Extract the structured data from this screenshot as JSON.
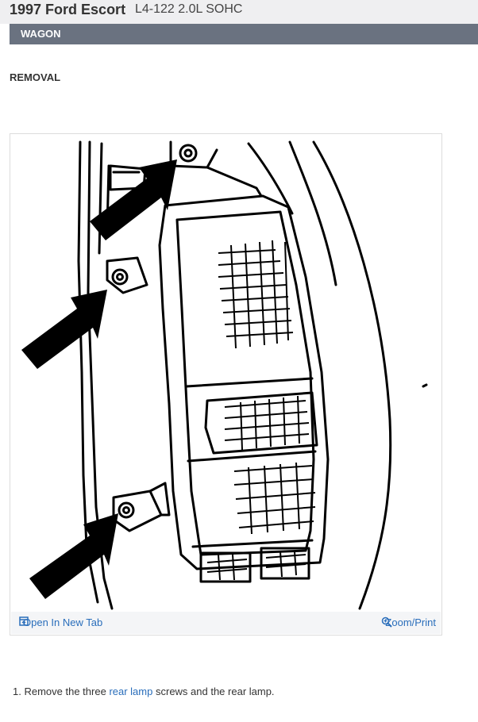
{
  "header": {
    "title_bold": "1997 Ford Escort",
    "title_rest": "L4-122 2.0L SOHC"
  },
  "section": {
    "label": "WAGON"
  },
  "content": {
    "heading": "REMOVAL",
    "figure": {
      "open_tab_label": "Open In New Tab",
      "zoom_label": "Zoom/Print",
      "icons": [
        "open-in-new-tab-icon",
        "zoom-icon"
      ]
    },
    "steps": [
      {
        "number": "1.",
        "text_before": "Remove the three",
        "link_text": "rear lamp",
        "text_after": "screws and the rear lamp."
      }
    ]
  },
  "colors": {
    "section_bar": "#6a7280",
    "link": "#2a6ebb",
    "title_bar": "#efeff1"
  }
}
